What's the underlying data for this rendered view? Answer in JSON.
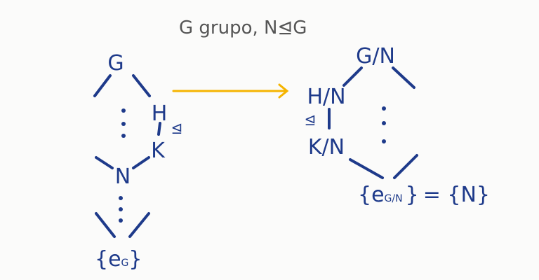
{
  "title": "G grupo, N⊴G",
  "colors": {
    "ink": "#1e3a8a",
    "arrow": "#f5b400",
    "title": "#555555"
  },
  "left_lattice": {
    "top": "G",
    "h": "H",
    "normal_symbol": "⊴",
    "k": "K",
    "n": "N",
    "bottom_open": "{e",
    "bottom_sub": "G",
    "bottom_close": "}"
  },
  "right_lattice": {
    "top": "G/N",
    "h": "H/N",
    "normal_symbol": "⊴",
    "k": "K/N",
    "bottom_open": "{e",
    "bottom_sub": "G/N",
    "bottom_close": "}",
    "bottom_eq": "= {N}"
  }
}
